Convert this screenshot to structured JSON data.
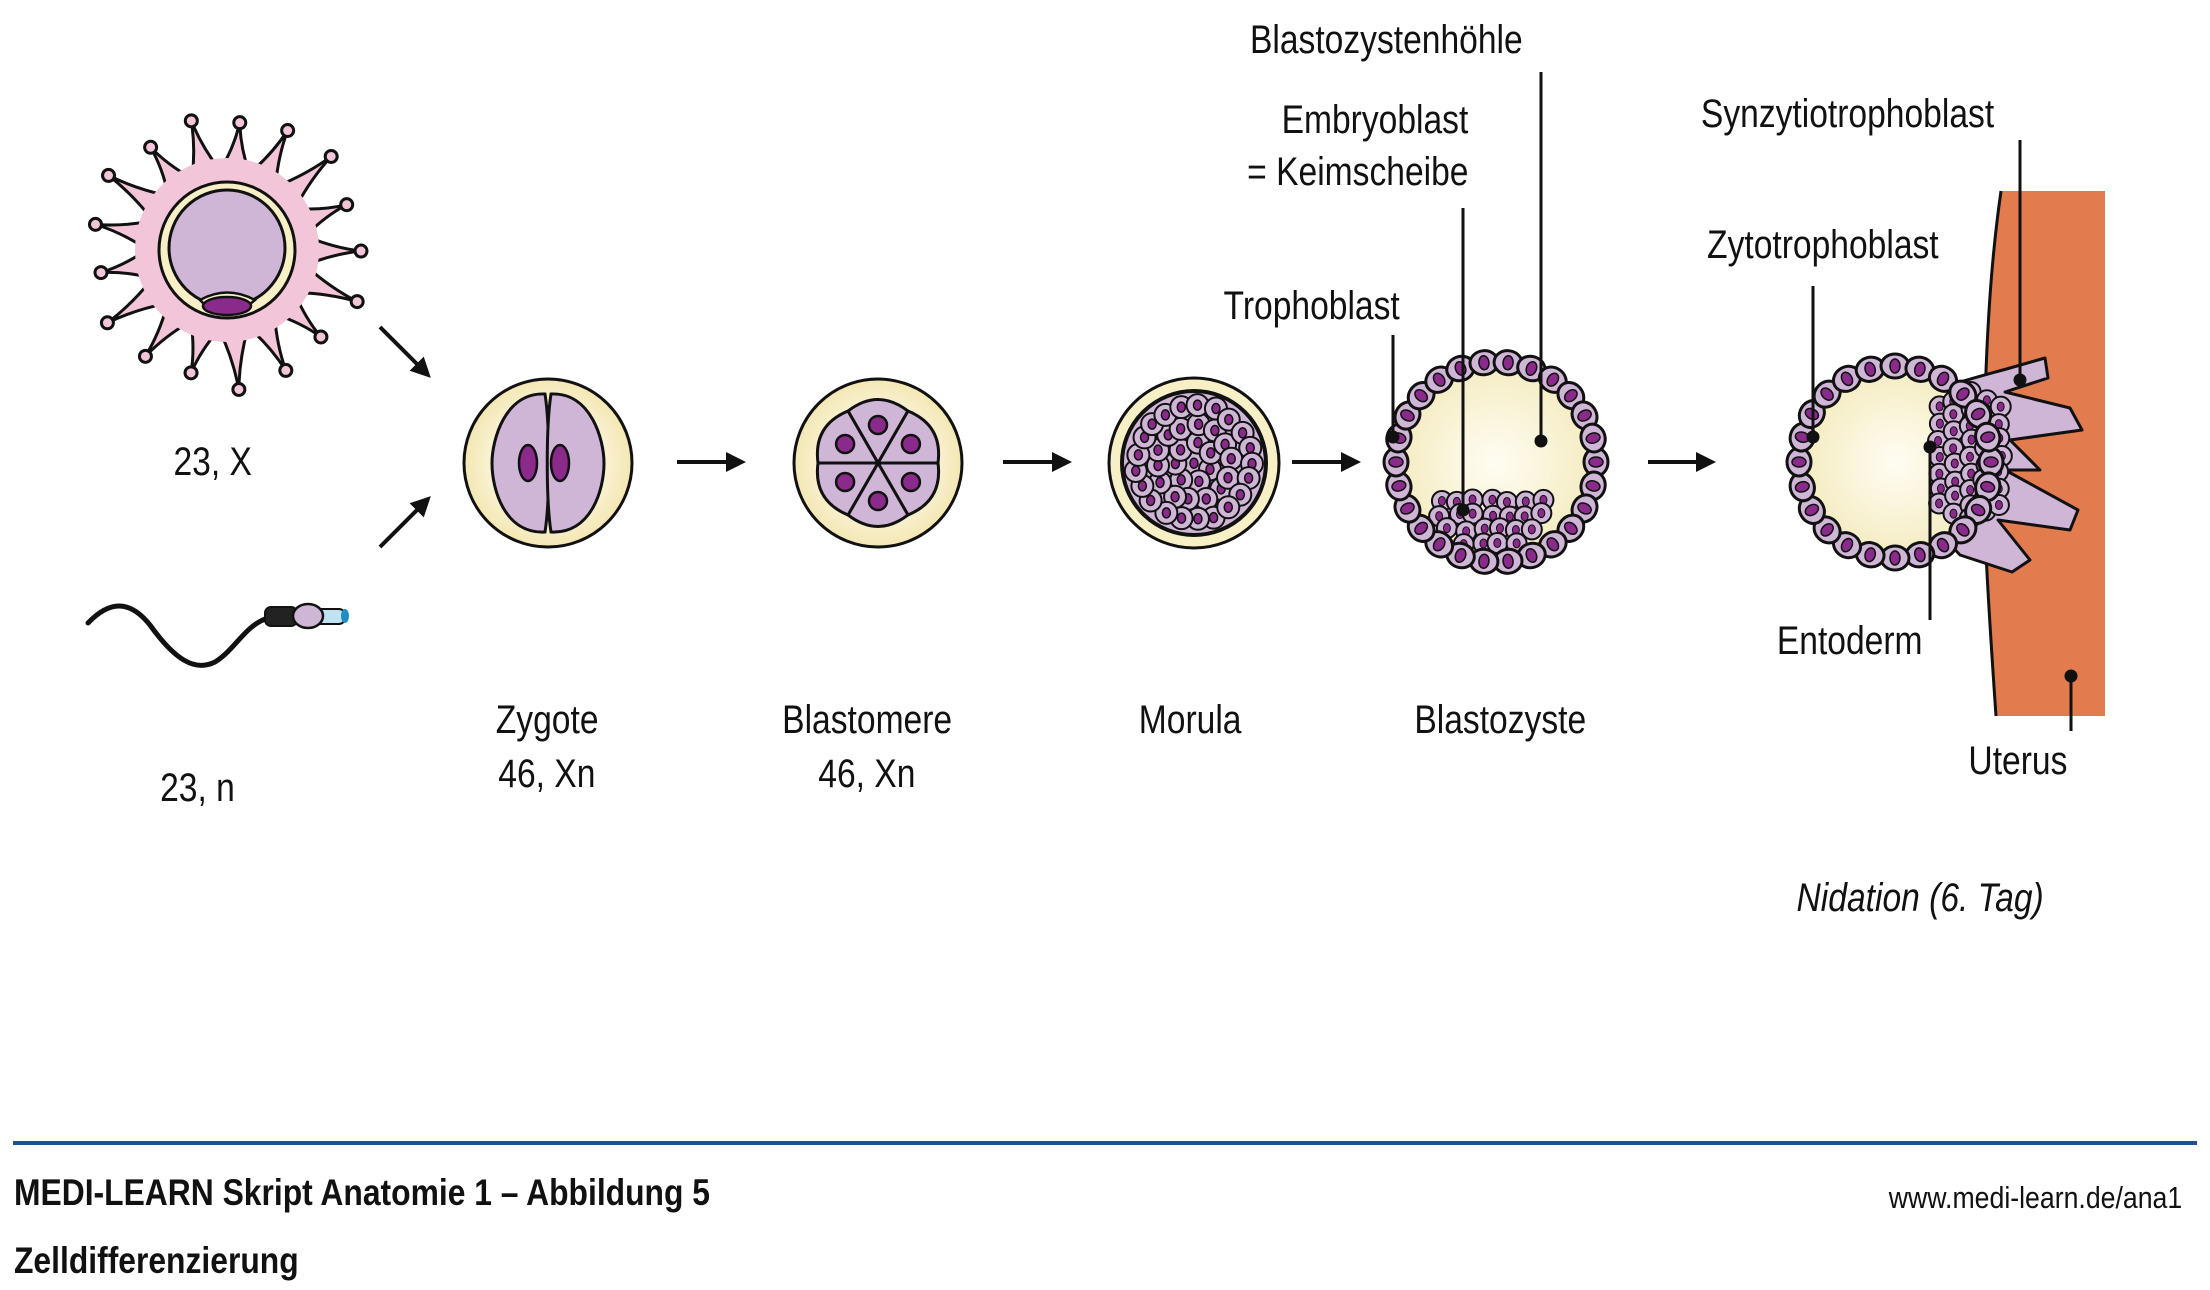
{
  "figure": {
    "title": "Zelldifferenzierung",
    "stages": [
      {
        "id": "oocyte",
        "caption": "23, X"
      },
      {
        "id": "sperm",
        "caption": "23, n"
      },
      {
        "id": "zygote",
        "caption": "Zygote",
        "karyotype": "46, Xn"
      },
      {
        "id": "blastomere",
        "caption": "Blastomere",
        "karyotype": "46, Xn"
      },
      {
        "id": "morula",
        "caption": "Morula"
      },
      {
        "id": "blastocyst",
        "caption": "Blastozyste"
      },
      {
        "id": "nidation",
        "caption": "Nidation (6. Tag)"
      }
    ],
    "annotations": {
      "blastocyst_cavity": "Blastozystenhöhle",
      "embryoblast_line1": "Embryoblast",
      "embryoblast_line2": "= Keimscheibe",
      "trophoblast": "Trophoblast",
      "syncytiotrophoblast": "Synzytiotrophoblast",
      "cytotrophoblast": "Zytotrophoblast",
      "entoderm": "Entoderm",
      "uterus": "Uterus"
    },
    "colors": {
      "cytoplasm": "#cfb6d6",
      "nucleus": "#8a2a8a",
      "zona": "#f7efc6",
      "corona": "#f2c6d8",
      "uterus": "#e27b4e",
      "outline": "#111111",
      "rule": "#1d4e96"
    }
  },
  "footer": {
    "title": "MEDI-LEARN Skript Anatomie 1 – Abbildung 5",
    "subtitle": "Zelldifferenzierung",
    "url": "www.medi-learn.de/ana1"
  }
}
